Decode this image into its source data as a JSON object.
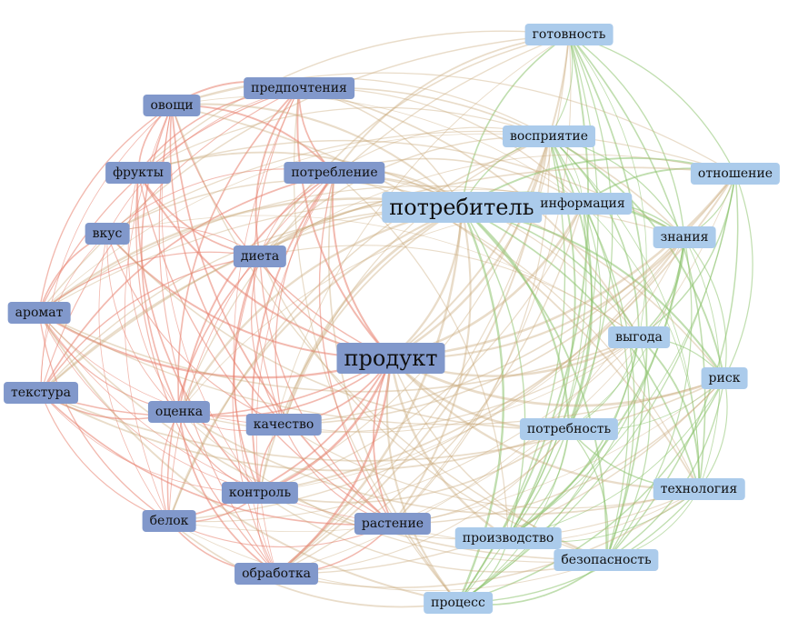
{
  "diagram": {
    "type": "keyword co-occurrence network",
    "colors": {
      "cluster1_label": "#8198cb",
      "cluster2_label": "#abcbeb",
      "cluster1_link": "#e8806e",
      "cluster2_link": "#8cc36e"
    },
    "nodes": [
      {
        "label": "готовность",
        "cluster": 2
      },
      {
        "label": "предпочтения",
        "cluster": 1
      },
      {
        "label": "овощи",
        "cluster": 1
      },
      {
        "label": "восприятие",
        "cluster": 2
      },
      {
        "label": "фрукты",
        "cluster": 1
      },
      {
        "label": "потребление",
        "cluster": 1
      },
      {
        "label": "отношение",
        "cluster": 2
      },
      {
        "label": "потребитель",
        "cluster": 2,
        "big": true
      },
      {
        "label": "информация",
        "cluster": 2
      },
      {
        "label": "вкус",
        "cluster": 1
      },
      {
        "label": "знания",
        "cluster": 2
      },
      {
        "label": "диета",
        "cluster": 1
      },
      {
        "label": "аромат",
        "cluster": 1
      },
      {
        "label": "продукт",
        "cluster": 1,
        "big": true
      },
      {
        "label": "выгода",
        "cluster": 2
      },
      {
        "label": "риск",
        "cluster": 2
      },
      {
        "label": "текстура",
        "cluster": 1
      },
      {
        "label": "оценка",
        "cluster": 1
      },
      {
        "label": "качество",
        "cluster": 1
      },
      {
        "label": "потребность",
        "cluster": 2
      },
      {
        "label": "технология",
        "cluster": 2
      },
      {
        "label": "контроль",
        "cluster": 1
      },
      {
        "label": "белок",
        "cluster": 1
      },
      {
        "label": "растение",
        "cluster": 1
      },
      {
        "label": "производство",
        "cluster": 2
      },
      {
        "label": "безопасность",
        "cluster": 2
      },
      {
        "label": "обработка",
        "cluster": 1
      },
      {
        "label": "процесс",
        "cluster": 2
      }
    ]
  }
}
